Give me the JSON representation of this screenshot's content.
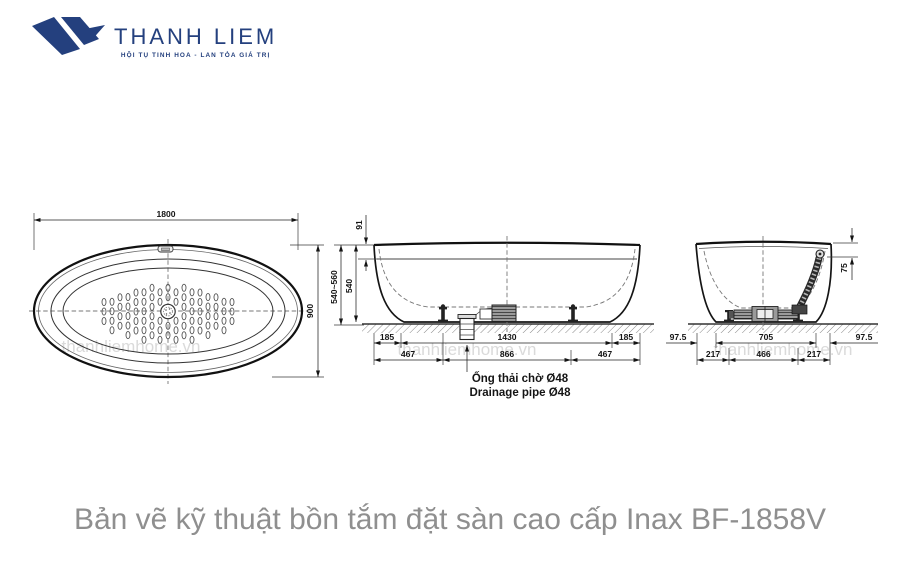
{
  "logo": {
    "brand": "THANH LIEM",
    "tagline": "HỘI TỤ TINH HOA - LAN TỎA GIÁ TRỊ"
  },
  "caption": "Bản vẽ kỹ thuật bồn tắm đặt sàn cao cấp Inax BF-1858V",
  "watermark": "thanhliemhome.vn",
  "colors": {
    "brand_navy": "#24407e",
    "caption_gray": "#8f8f8f",
    "line_dark": "#1a1a1a",
    "watermark_gray": "#dadada"
  },
  "views": {
    "top": {
      "overall_width": "1800",
      "overall_depth": "900"
    },
    "side": {
      "rim_thickness": "91",
      "height_range": "540~560",
      "basin_height": "540",
      "dims_row1": [
        "185",
        "1430",
        "185"
      ],
      "dims_row2": [
        "467",
        "866",
        "467"
      ],
      "drain_note_vi": "Ống thải chờ Ø48",
      "drain_note_en": "Drainage pipe Ø48"
    },
    "end": {
      "overflow_drop": "75",
      "dims_row1": [
        "97.5",
        "705",
        "97.5"
      ],
      "dims_row2": [
        "217",
        "466",
        "217"
      ]
    }
  }
}
